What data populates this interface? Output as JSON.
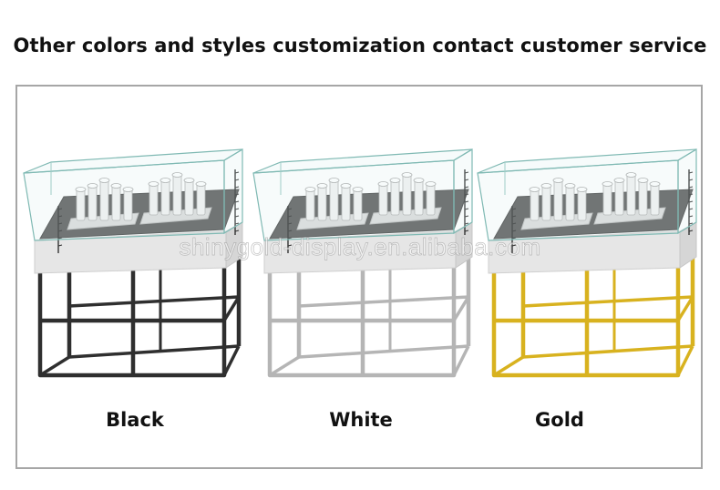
{
  "heading": "Other colors and styles customization contact customer service",
  "variants": [
    {
      "label": "Black",
      "frame_color": "#2f2f2f"
    },
    {
      "label": "White",
      "frame_color": "#b5b5b5"
    },
    {
      "label": "Gold",
      "frame_color": "#d8b21f"
    }
  ],
  "watermark": "shinygold-display.en.alibaba.com"
}
